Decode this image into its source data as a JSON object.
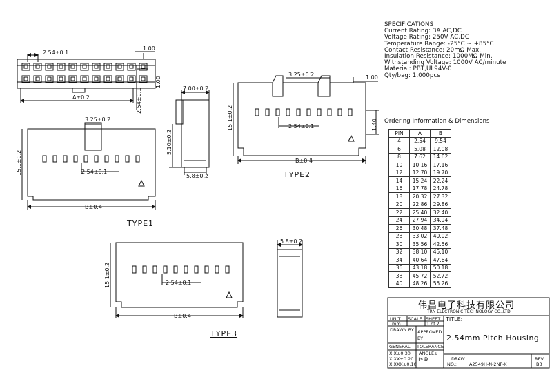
{
  "specs": {
    "title": "SPECIFICATIONS",
    "lines": [
      "Current Rating: 3A AC,DC",
      "Voltage Rating: 250V AC,DC",
      "Temperature Range: -25°C ~ +85°C",
      "Contact Resistance: 20mΩ Max.",
      "Insulation Resistance: 1000MΩ Min.",
      "Withstanding Voltage: 1000V AC/minute",
      "Material: PBT,UL94V-0",
      "Qty/bag: 1,000pcs"
    ]
  },
  "ordering": {
    "title": "Ordering Information & Dimensions",
    "headers": [
      "PIN",
      "A",
      "B"
    ],
    "rows": [
      [
        "4",
        "2.54",
        "9.54"
      ],
      [
        "6",
        "5.08",
        "12.08"
      ],
      [
        "8",
        "7.62",
        "14.62"
      ],
      [
        "10",
        "10.16",
        "17.16"
      ],
      [
        "12",
        "12.70",
        "19.70"
      ],
      [
        "14",
        "15.24",
        "22.24"
      ],
      [
        "16",
        "17.78",
        "24.78"
      ],
      [
        "18",
        "20.32",
        "27.32"
      ],
      [
        "20",
        "22.86",
        "29.86"
      ],
      [
        "22",
        "25.40",
        "32.40"
      ],
      [
        "24",
        "27.94",
        "34.94"
      ],
      [
        "26",
        "30.48",
        "37.48"
      ],
      [
        "28",
        "33.02",
        "40.02"
      ],
      [
        "30",
        "35.56",
        "42.56"
      ],
      [
        "32",
        "38.10",
        "45.10"
      ],
      [
        "34",
        "40.64",
        "47.64"
      ],
      [
        "36",
        "43.18",
        "50.18"
      ],
      [
        "38",
        "45.72",
        "52.72"
      ],
      [
        "40",
        "48.26",
        "55.26"
      ]
    ]
  },
  "title_block": {
    "company_cn": "伟昌电子科技有限公司",
    "company_en": "TRN ELECTRONIC TECHNOLOGY CO.,LTD",
    "unit_label": "UNIT",
    "unit_value": "mm",
    "scale_label": "SCALE",
    "sheet_label": "SHEET",
    "sheet_value": "1 of 2",
    "title_label": "TITLE:",
    "title_value": "2.54mm Pitch Housing",
    "drawn_by": "DRAWN BY",
    "approved_by": "APPROVED BY",
    "general": "GENERAL",
    "tolerance": "TOLERANCE",
    "tol1": "X.X±0.30",
    "tol2": "X.XX±0.20",
    "tol3": "X.XXX±0.10",
    "angle": "ANGLE±",
    "draw_label": "DRAW",
    "no_label": "NO.:",
    "draw_no": "A2549H-N-2NP-X",
    "rev_label": "REV.",
    "rev_value": "B3"
  },
  "drawing": {
    "type_labels": [
      "TYPE1",
      "TYPE2",
      "TYPE3"
    ],
    "dims": {
      "pitch_top": "2.54±0.1",
      "gap_top": "1.00",
      "a_dim": "A±0.2",
      "pitch_side": "2.54±0.1",
      "t1_width": "7.00±0.2",
      "t1_height": "5.10±0.2",
      "t1_foot": "5.8±0.2",
      "t1_latch": "3.25±0.2",
      "t1_h": "15.1±0.2",
      "t1_pitch": "2.54±0.1",
      "t1_b": "B±0.4",
      "t2_latch": "3.25±0.2",
      "t2_gap": "1.00",
      "t2_h": "15.1±0.2",
      "t2_pitch": "2.54±0.1",
      "t2_side": "1.40",
      "t2_b": "B±0.4",
      "t3_foot": "5.8±0.2",
      "t3_h": "15.1±0.2",
      "t3_pitch": "2.54±0.1",
      "t3_b": "B±0.4"
    }
  }
}
